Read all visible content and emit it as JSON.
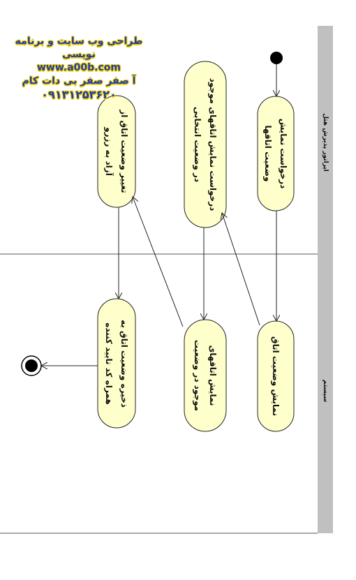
{
  "lanes": {
    "guest": "اپراتور پذیرش هتل",
    "system": "سیستم"
  },
  "activities": {
    "request_show_rooms": "درخواست نمایش وضعیت اتاقها",
    "request_show_selected": "درخواست نمایش اتاقهای موجود در وضعیت انتخابی",
    "change_room_status": "تغییر وضعیت اتاق از آزاد به رزرو",
    "show_room_status": "نمایش وضعیت اتاق",
    "show_rooms_in_status": "نمایش اتاقهای موجود در وضعیت",
    "save_room_status": "ذخیره وضعیت اتاق به همراه کد تایید کننده"
  },
  "watermark": {
    "line1": "طراحی وب سایت و برنامه نویسی",
    "line2": "www.a00b.com",
    "line3": "آ صفر صفر بی دات کام",
    "phone": "۰۹۱۳۱۲۵۳۶۲۰"
  },
  "colors": {
    "activity_fill": "#ffffcc",
    "lane_header": "#c0c0c0",
    "watermark_text": "#1a3bb0",
    "watermark_outline": "#f2d000"
  }
}
